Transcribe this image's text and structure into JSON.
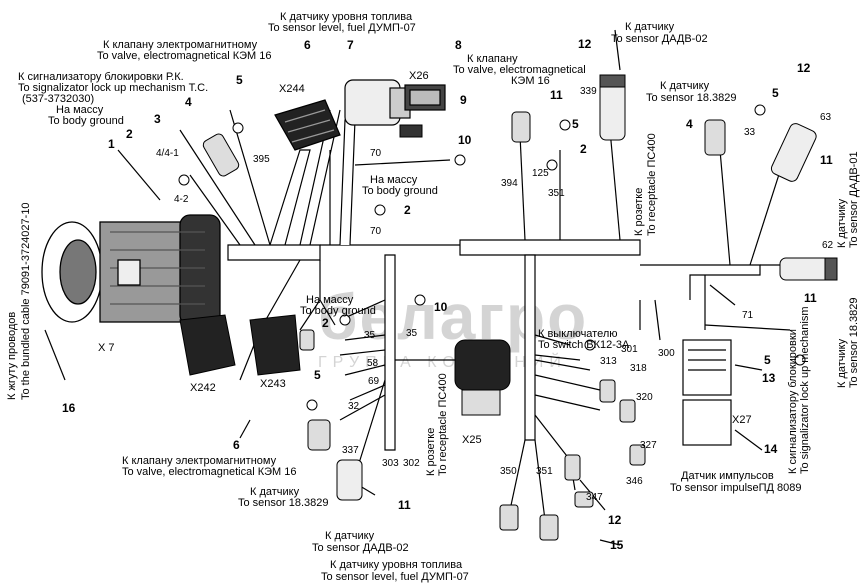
{
  "watermark": {
    "brand": "белагро",
    "group": "ГРУППА КОМПАНИЙ"
  },
  "labels": {
    "fuel_top_ru": "К датчику уровня топлива",
    "fuel_top_en": "To sensor level, fuel ДУМП-07",
    "valve16_ru": "К клапану электромагнитному",
    "valve16_en": "To valve, electromagnetical КЭМ 16",
    "signal_ru": "К сигнализатору блокировки Р.К.",
    "signal_en": "To signalizator lock up mechanism Т.С.",
    "signal_code": "(537-3732030)",
    "ground_ru": "На массу",
    "ground_en": "To body ground",
    "valve_right_ru": "К клапану",
    "valve_right_en": "To valve, electromagnetical",
    "valve_right_en2": "КЭМ 16",
    "dadv_top_ru": "К датчику",
    "dadv_top_en": "To sensor ДАДВ-02",
    "s3829_top_ru": "К датчику",
    "s3829_top_en": "To sensor 18.3829",
    "ground_mid_ru": "На массу",
    "ground_mid_en": "To body ground",
    "ground_left_ru": "На массу",
    "ground_left_en": "To body ground",
    "switch_ru": "К выключателю",
    "switch_en": "To switch ВК12-3А",
    "valve_bottom_ru": "К клапану электромагнитному",
    "valve_bottom_en": "To valve, electromagnetical КЭМ 16",
    "s3829_bottom_ru": "К датчику",
    "s3829_bottom_en": "To sensor 18.3829",
    "dadv_bottom_ru": "К датчику",
    "dadv_bottom_en": "To sensor ДАДВ-02",
    "fuel_bottom_ru": "К датчику уровня топлива",
    "fuel_bottom_en": "To sensor level, fuel ДУМП-07",
    "impulse_ru": "Датчик импульсов",
    "impulse_en": "To sensor impulseПД 8089",
    "connector_x7": "X 7",
    "x244": "X244",
    "x26": "X26",
    "x242": "X242",
    "x243": "X243",
    "x25": "X25",
    "x27": "X27"
  },
  "vertical": {
    "bundle_ru": "К жгуту проводов",
    "bundle_en": "To the bundled cable 79091-3724027-10",
    "ps400_top_ru": "К розетке",
    "ps400_top_en": "To receptacle ПС400",
    "ps400_mid_ru": "К розетке",
    "ps400_mid_en": "To receptacle ПС400",
    "sig_right_ru": "К сигнализатору блокировки",
    "sig_right_en": "To signalizator lock up mechanism",
    "dadv_right_ru": "К датчику",
    "dadv_right_en": "To sensor ДАДВ-01",
    "s3829_right_ru": "К датчику",
    "s3829_right_en": "To sensor 18.3829"
  },
  "callouts": [
    "1",
    "2",
    "3",
    "4",
    "5",
    "6",
    "7",
    "8",
    "9",
    "10",
    "11",
    "12",
    "13",
    "14",
    "15",
    "16"
  ],
  "wires": [
    "4/4-1",
    "4-2",
    "395",
    "70",
    "35",
    "58",
    "69",
    "32",
    "337",
    "303",
    "302",
    "394",
    "125",
    "351",
    "339",
    "33",
    "63",
    "62",
    "71",
    "301",
    "300",
    "313",
    "318",
    "320",
    "327",
    "346",
    "347",
    "350"
  ],
  "colors": {
    "ink": "#000000",
    "harness_fill": "#ffffff",
    "watermark": "#d4d4d4"
  }
}
